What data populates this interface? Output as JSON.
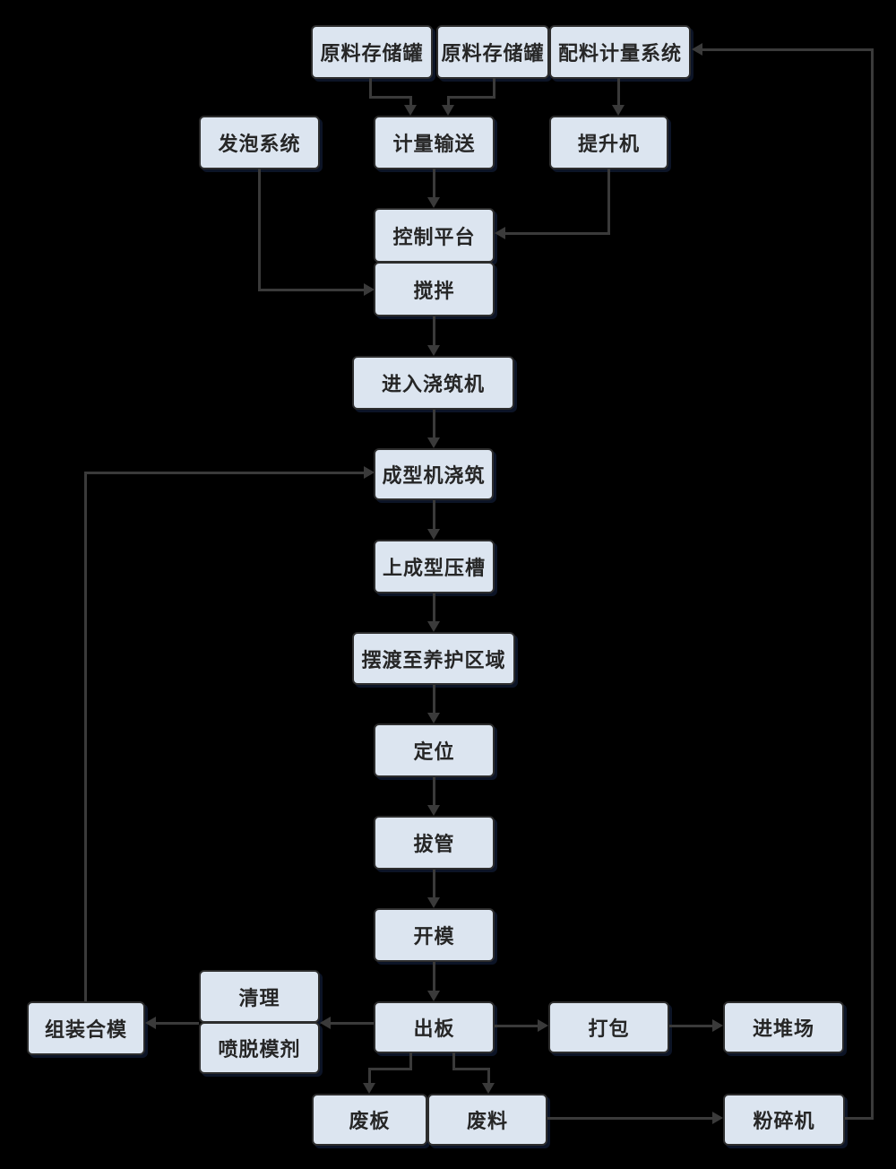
{
  "diagram": {
    "type": "flowchart",
    "background_color": "#000000",
    "node_fill_color": "#dce5f0",
    "node_border_color": "#2d2d2d",
    "connector_color": "#3a3a3a",
    "text_color": "#262626"
  },
  "nodes": [
    {
      "id": "tank-1",
      "label": "原料存储罐"
    },
    {
      "id": "tank-2",
      "label": "原料存储罐"
    },
    {
      "id": "batching-system",
      "label": "配料计量系统"
    },
    {
      "id": "foaming-system",
      "label": "发泡系统"
    },
    {
      "id": "metering-conveyor",
      "label": "计量输送"
    },
    {
      "id": "hoist",
      "label": "提升机"
    },
    {
      "id": "control-platform",
      "label": "控制平台"
    },
    {
      "id": "mixing",
      "label": "搅拌"
    },
    {
      "id": "enter-pouring-machine",
      "label": "进入浇筑机"
    },
    {
      "id": "forming-machine-pouring",
      "label": "成型机浇筑"
    },
    {
      "id": "forming-groove",
      "label": "上成型压槽"
    },
    {
      "id": "ferry-to-curing",
      "label": "摆渡至养护区域"
    },
    {
      "id": "positioning",
      "label": "定位"
    },
    {
      "id": "tube-pulling",
      "label": "拔管"
    },
    {
      "id": "mold-opening",
      "label": "开模"
    },
    {
      "id": "cleaning",
      "label": "清理"
    },
    {
      "id": "spray-release-agent",
      "label": "喷脱模剂"
    },
    {
      "id": "assemble-mold",
      "label": "组装合模"
    },
    {
      "id": "board-out",
      "label": "出板"
    },
    {
      "id": "packing",
      "label": "打包"
    },
    {
      "id": "stacking-yard",
      "label": "进堆场"
    },
    {
      "id": "waste-board",
      "label": "废板"
    },
    {
      "id": "waste-material",
      "label": "废料"
    },
    {
      "id": "crusher",
      "label": "粉碎机"
    }
  ],
  "edges": [
    {
      "from": "tank-1",
      "to": "metering-conveyor"
    },
    {
      "from": "tank-2",
      "to": "metering-conveyor"
    },
    {
      "from": "batching-system",
      "to": "hoist"
    },
    {
      "from": "metering-conveyor",
      "to": "control-platform"
    },
    {
      "from": "hoist",
      "to": "control-platform"
    },
    {
      "from": "foaming-system",
      "to": "mixing"
    },
    {
      "from": "mixing",
      "to": "enter-pouring-machine"
    },
    {
      "from": "enter-pouring-machine",
      "to": "forming-machine-pouring"
    },
    {
      "from": "forming-machine-pouring",
      "to": "forming-groove"
    },
    {
      "from": "forming-groove",
      "to": "ferry-to-curing"
    },
    {
      "from": "ferry-to-curing",
      "to": "positioning"
    },
    {
      "from": "positioning",
      "to": "tube-pulling"
    },
    {
      "from": "tube-pulling",
      "to": "mold-opening"
    },
    {
      "from": "mold-opening",
      "to": "board-out"
    },
    {
      "from": "board-out",
      "to": "cleaning-spray-stack"
    },
    {
      "from": "cleaning-spray-stack",
      "to": "assemble-mold"
    },
    {
      "from": "assemble-mold",
      "to": "forming-machine-pouring"
    },
    {
      "from": "board-out",
      "to": "packing"
    },
    {
      "from": "packing",
      "to": "stacking-yard"
    },
    {
      "from": "board-out",
      "to": "waste-board"
    },
    {
      "from": "board-out",
      "to": "waste-material"
    },
    {
      "from": "waste-material",
      "to": "crusher"
    },
    {
      "from": "crusher",
      "to": "batching-system"
    }
  ]
}
